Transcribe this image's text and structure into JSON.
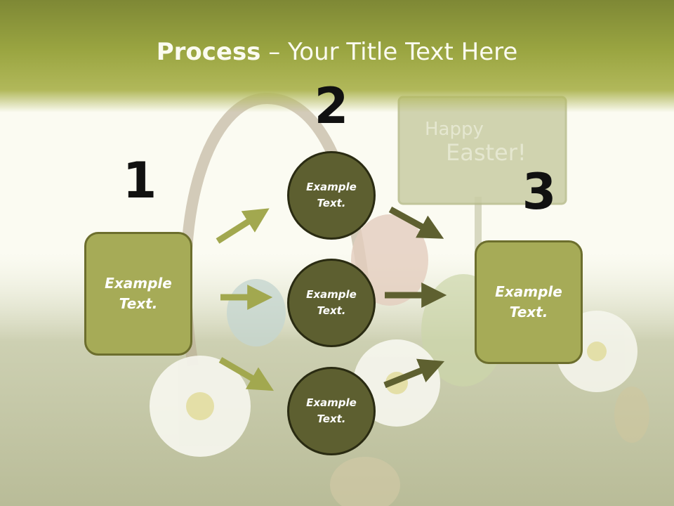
{
  "title": {
    "bold": "Process",
    "rest": " – Your Title Text Here"
  },
  "numbers": [
    "1",
    "2",
    "3"
  ],
  "left_box": {
    "text": "Example\nText."
  },
  "right_box": {
    "text": "Example\nText."
  },
  "circles": [
    {
      "text": "Example\nText."
    },
    {
      "text": "Example\nText."
    },
    {
      "text": "Example\nText."
    }
  ],
  "background_sign": {
    "line1": "Happy",
    "line2": "Easter!"
  },
  "colors": {
    "header": "#9aa541",
    "box_fill": "#a6ab57",
    "circle_fill": "#5d5f30",
    "arrow_light": "#a2a84f",
    "arrow_dark": "#5e6030"
  }
}
